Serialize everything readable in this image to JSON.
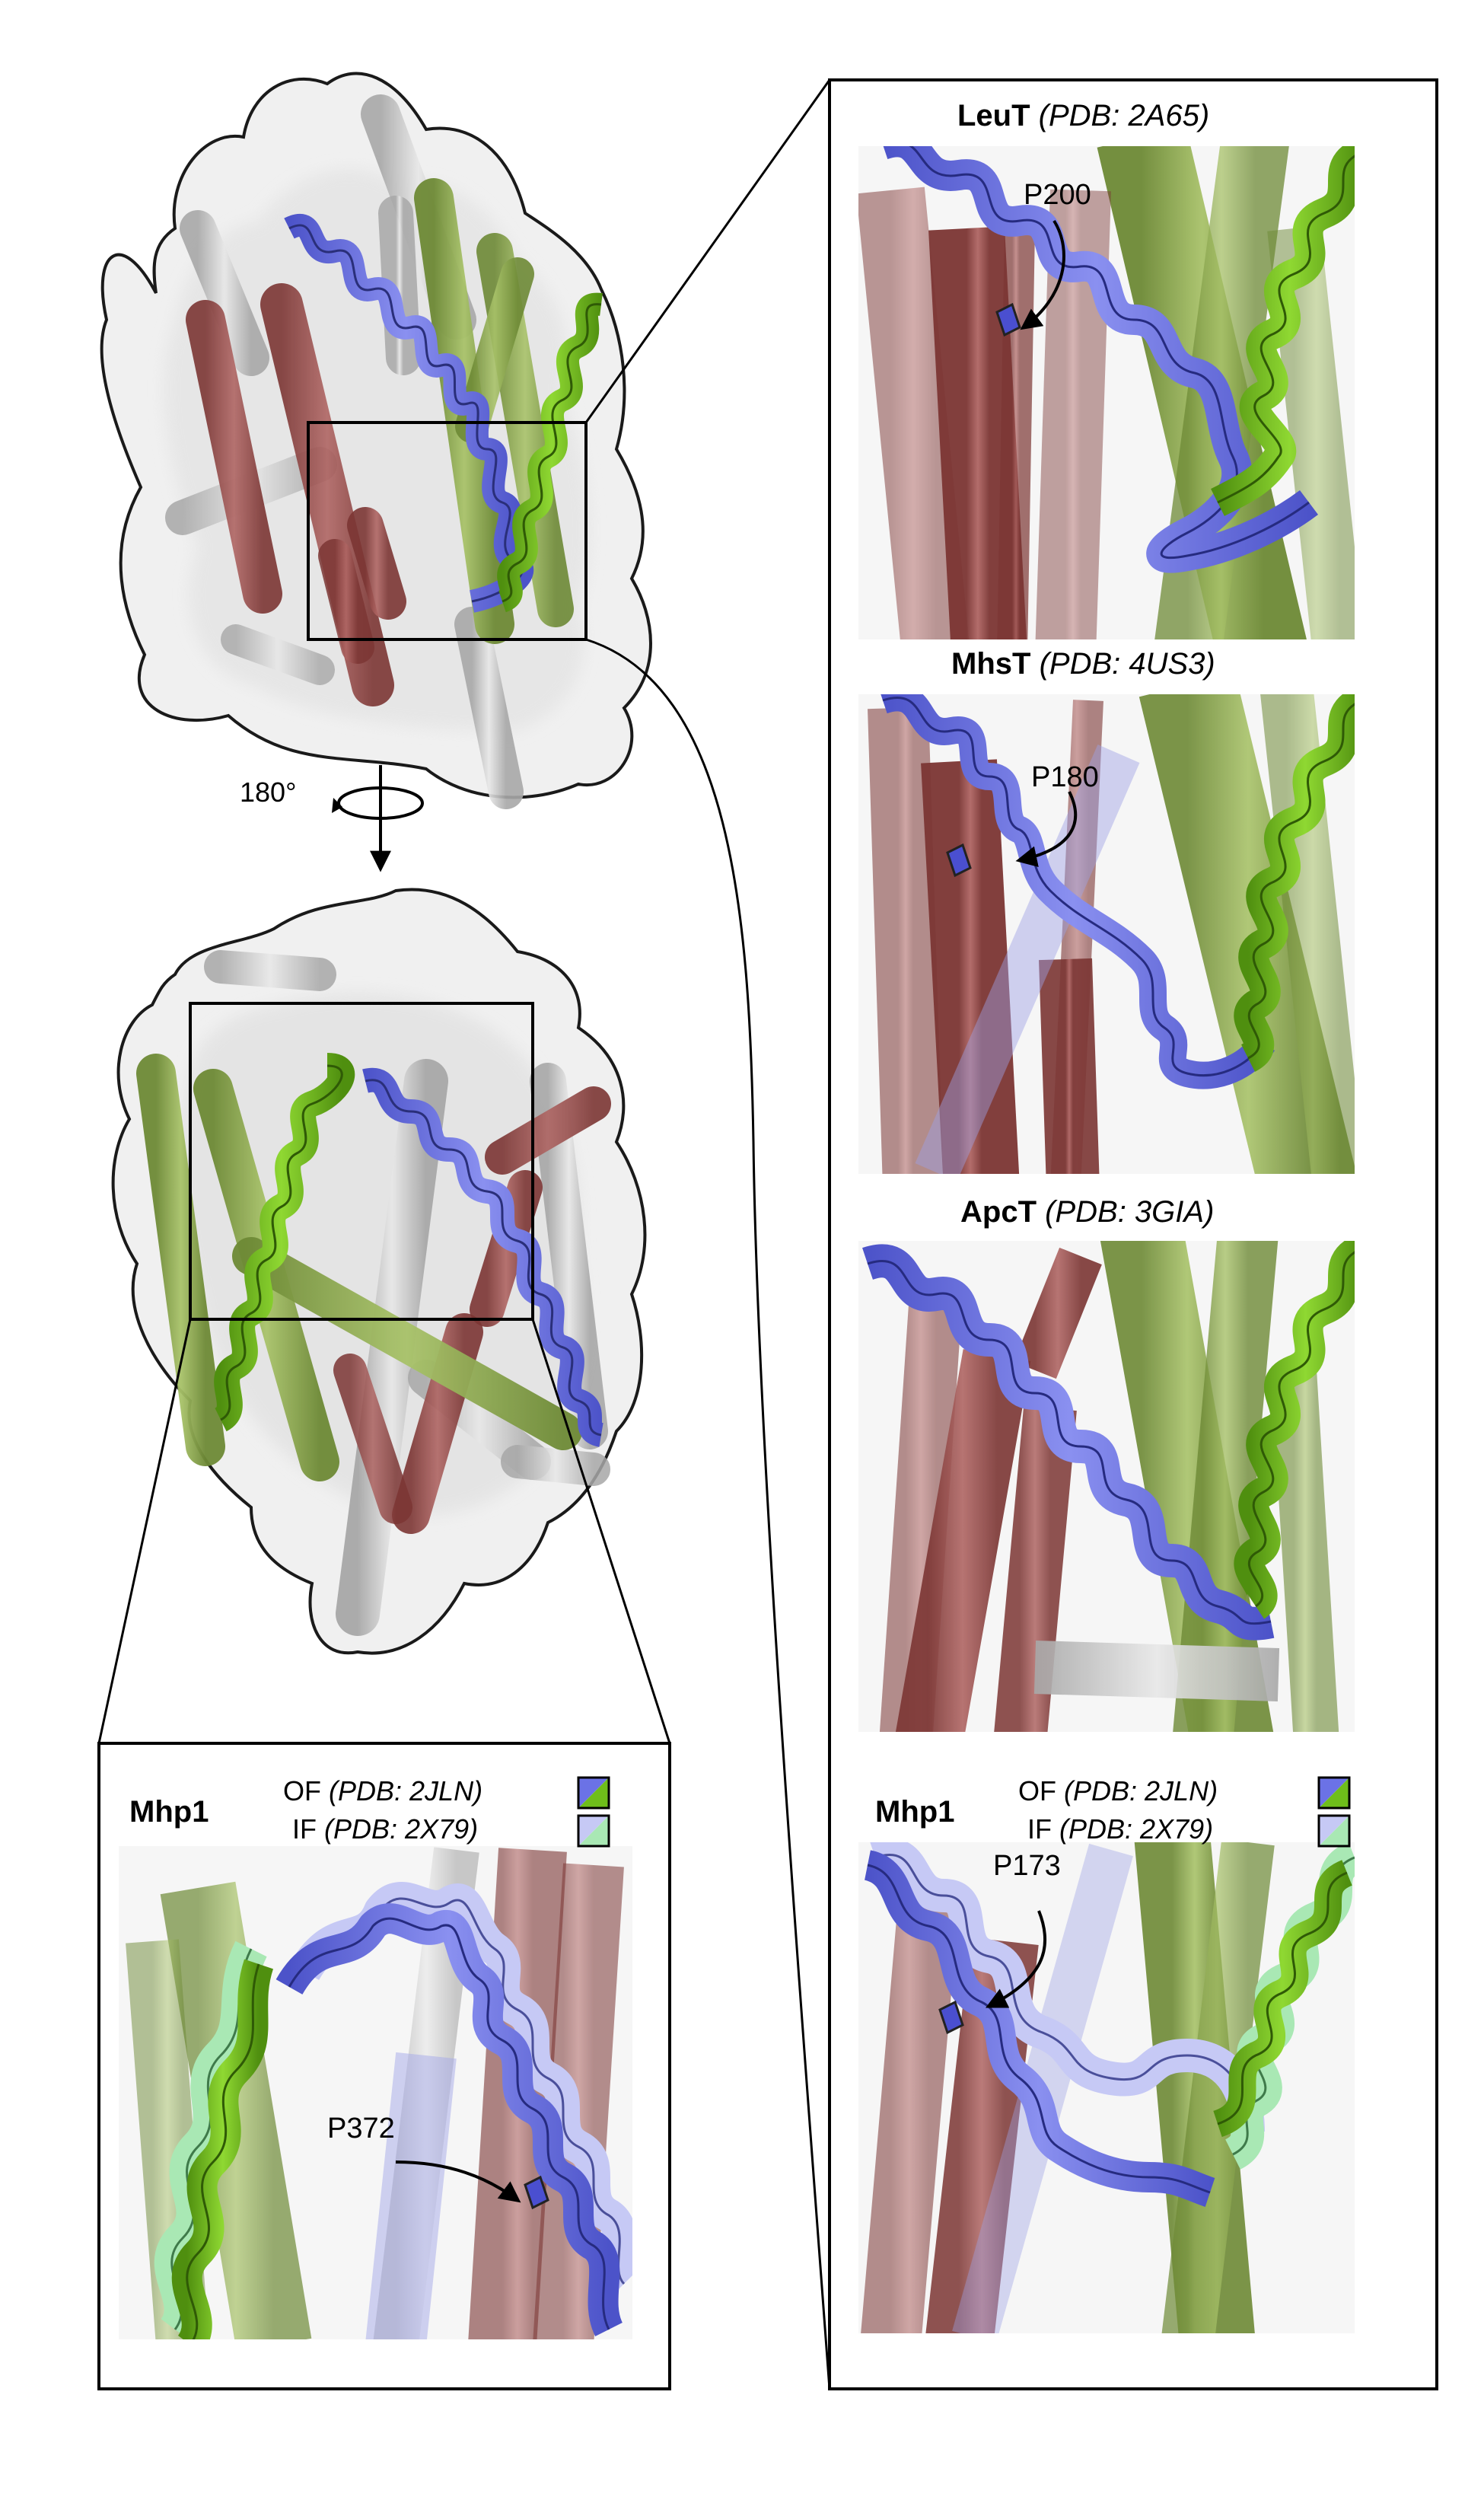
{
  "colors": {
    "blue": "#6b72e6",
    "blue_light": "#c6c9f5",
    "green": "#6fbe1a",
    "green_light": "#a9e8b4",
    "red": "#9a4a48",
    "gray": "#c8c8c8",
    "olive": "#8aa64a",
    "surface": "#f0f0f0"
  },
  "rotation": {
    "label": "180°"
  },
  "panels": [
    {
      "id": "leut",
      "name": "LeuT",
      "pdb": "(PDB: 2A65)",
      "residue": "P200"
    },
    {
      "id": "mhst",
      "name": "MhsT",
      "pdb": "(PDB: 4US3)",
      "residue": "P180"
    },
    {
      "id": "apct",
      "name": "ApcT",
      "pdb": "(PDB: 3GIA)",
      "residue": ""
    },
    {
      "id": "mhp1r",
      "name": "Mhp1",
      "residue": "P173",
      "legend": [
        {
          "state": "OF",
          "pdb": "(PDB: 2JLN)"
        },
        {
          "state": "IF",
          "pdb": "(PDB: 2X79)"
        }
      ]
    },
    {
      "id": "mhp1b",
      "name": "Mhp1",
      "residue": "P372",
      "legend": [
        {
          "state": "OF",
          "pdb": "(PDB: 2JLN)"
        },
        {
          "state": "IF",
          "pdb": "(PDB: 2X79)"
        }
      ]
    }
  ]
}
